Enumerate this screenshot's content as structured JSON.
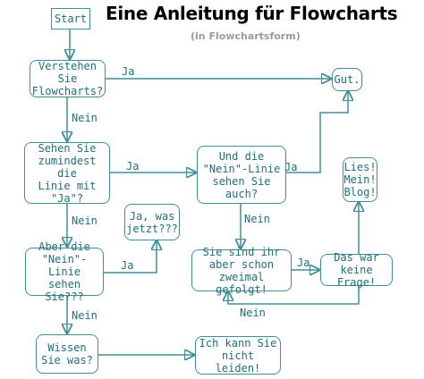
{
  "title": "Eine Anleitung für Flowcharts",
  "subtitle": "(in Flowchartsform)",
  "colors": {
    "line": "#3f8f98",
    "text": "#1f6f7a"
  },
  "nodes": {
    "start": "Start",
    "verstehen": "Verstehen Sie\nFlowcharts?",
    "gut": "Gut.",
    "sehen": "Sehen Sie\nzumindest die\nLinie mit\n\"Ja\"?",
    "und": "Und die\n\"Nein\"-Linie\nsehen Sie\nauch?",
    "lies": "Lies!\nMein!\nBlog!",
    "jawas": "Ja, was\njetzt???",
    "aber": "Aber die\n\"Nein\"-Linie\nsehen Sie???",
    "zweimal": "Sie sind ihr\naber schon\nzweimal gefolgt!",
    "daswar": "Das war\nkeine Frage!",
    "wissen": "Wissen\nSie was?",
    "ichkann": "Ich kann Sie\nnicht leiden!"
  },
  "edge_labels": {
    "ja": "Ja",
    "nein": "Nein"
  }
}
